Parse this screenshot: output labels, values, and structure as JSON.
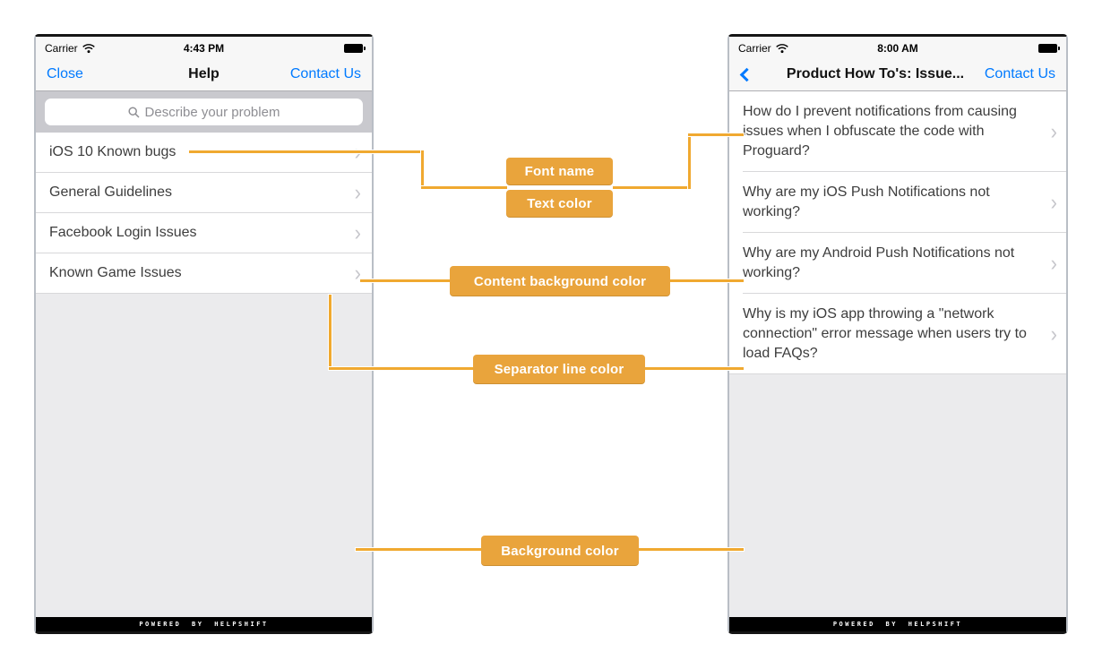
{
  "colors": {
    "accent_orange": "#E9A43C",
    "connector_line": "#F0A930",
    "ios_blue": "#007AFF",
    "list_text": "#3D3D3D",
    "content_background": "#FFFFFF",
    "screen_background": "#EBEBED",
    "separator": "#D8D8DA",
    "search_band": "#C9C9CE",
    "bar_background": "#F7F7F7",
    "footer_bar": "#000000"
  },
  "annotations": {
    "font_name": "Font name",
    "text_color": "Text color",
    "content_background": "Content background color",
    "separator_line": "Separator line color",
    "background": "Background color"
  },
  "left_phone": {
    "status": {
      "carrier": "Carrier",
      "time": "4:43 PM"
    },
    "nav": {
      "left": "Close",
      "title": "Help",
      "right": "Contact Us"
    },
    "search_placeholder": "Describe your problem",
    "items": [
      "iOS 10 Known bugs",
      "General Guidelines",
      "Facebook Login Issues",
      "Known Game Issues"
    ],
    "footer": "POWERED BY HELPSHIFT"
  },
  "right_phone": {
    "status": {
      "carrier": "Carrier",
      "time": "8:00 AM"
    },
    "nav": {
      "title": "Product How To's: Issue...",
      "right": "Contact Us"
    },
    "items": [
      "How do I prevent notifications from causing issues when I obfuscate the code with Proguard?",
      "Why are my iOS Push Notifications not working?",
      "Why are my Android Push Notifications not working?",
      "Why is my iOS app throwing a \"network connection\" error message when users try to load FAQs?"
    ],
    "footer": "POWERED BY HELPSHIFT"
  }
}
